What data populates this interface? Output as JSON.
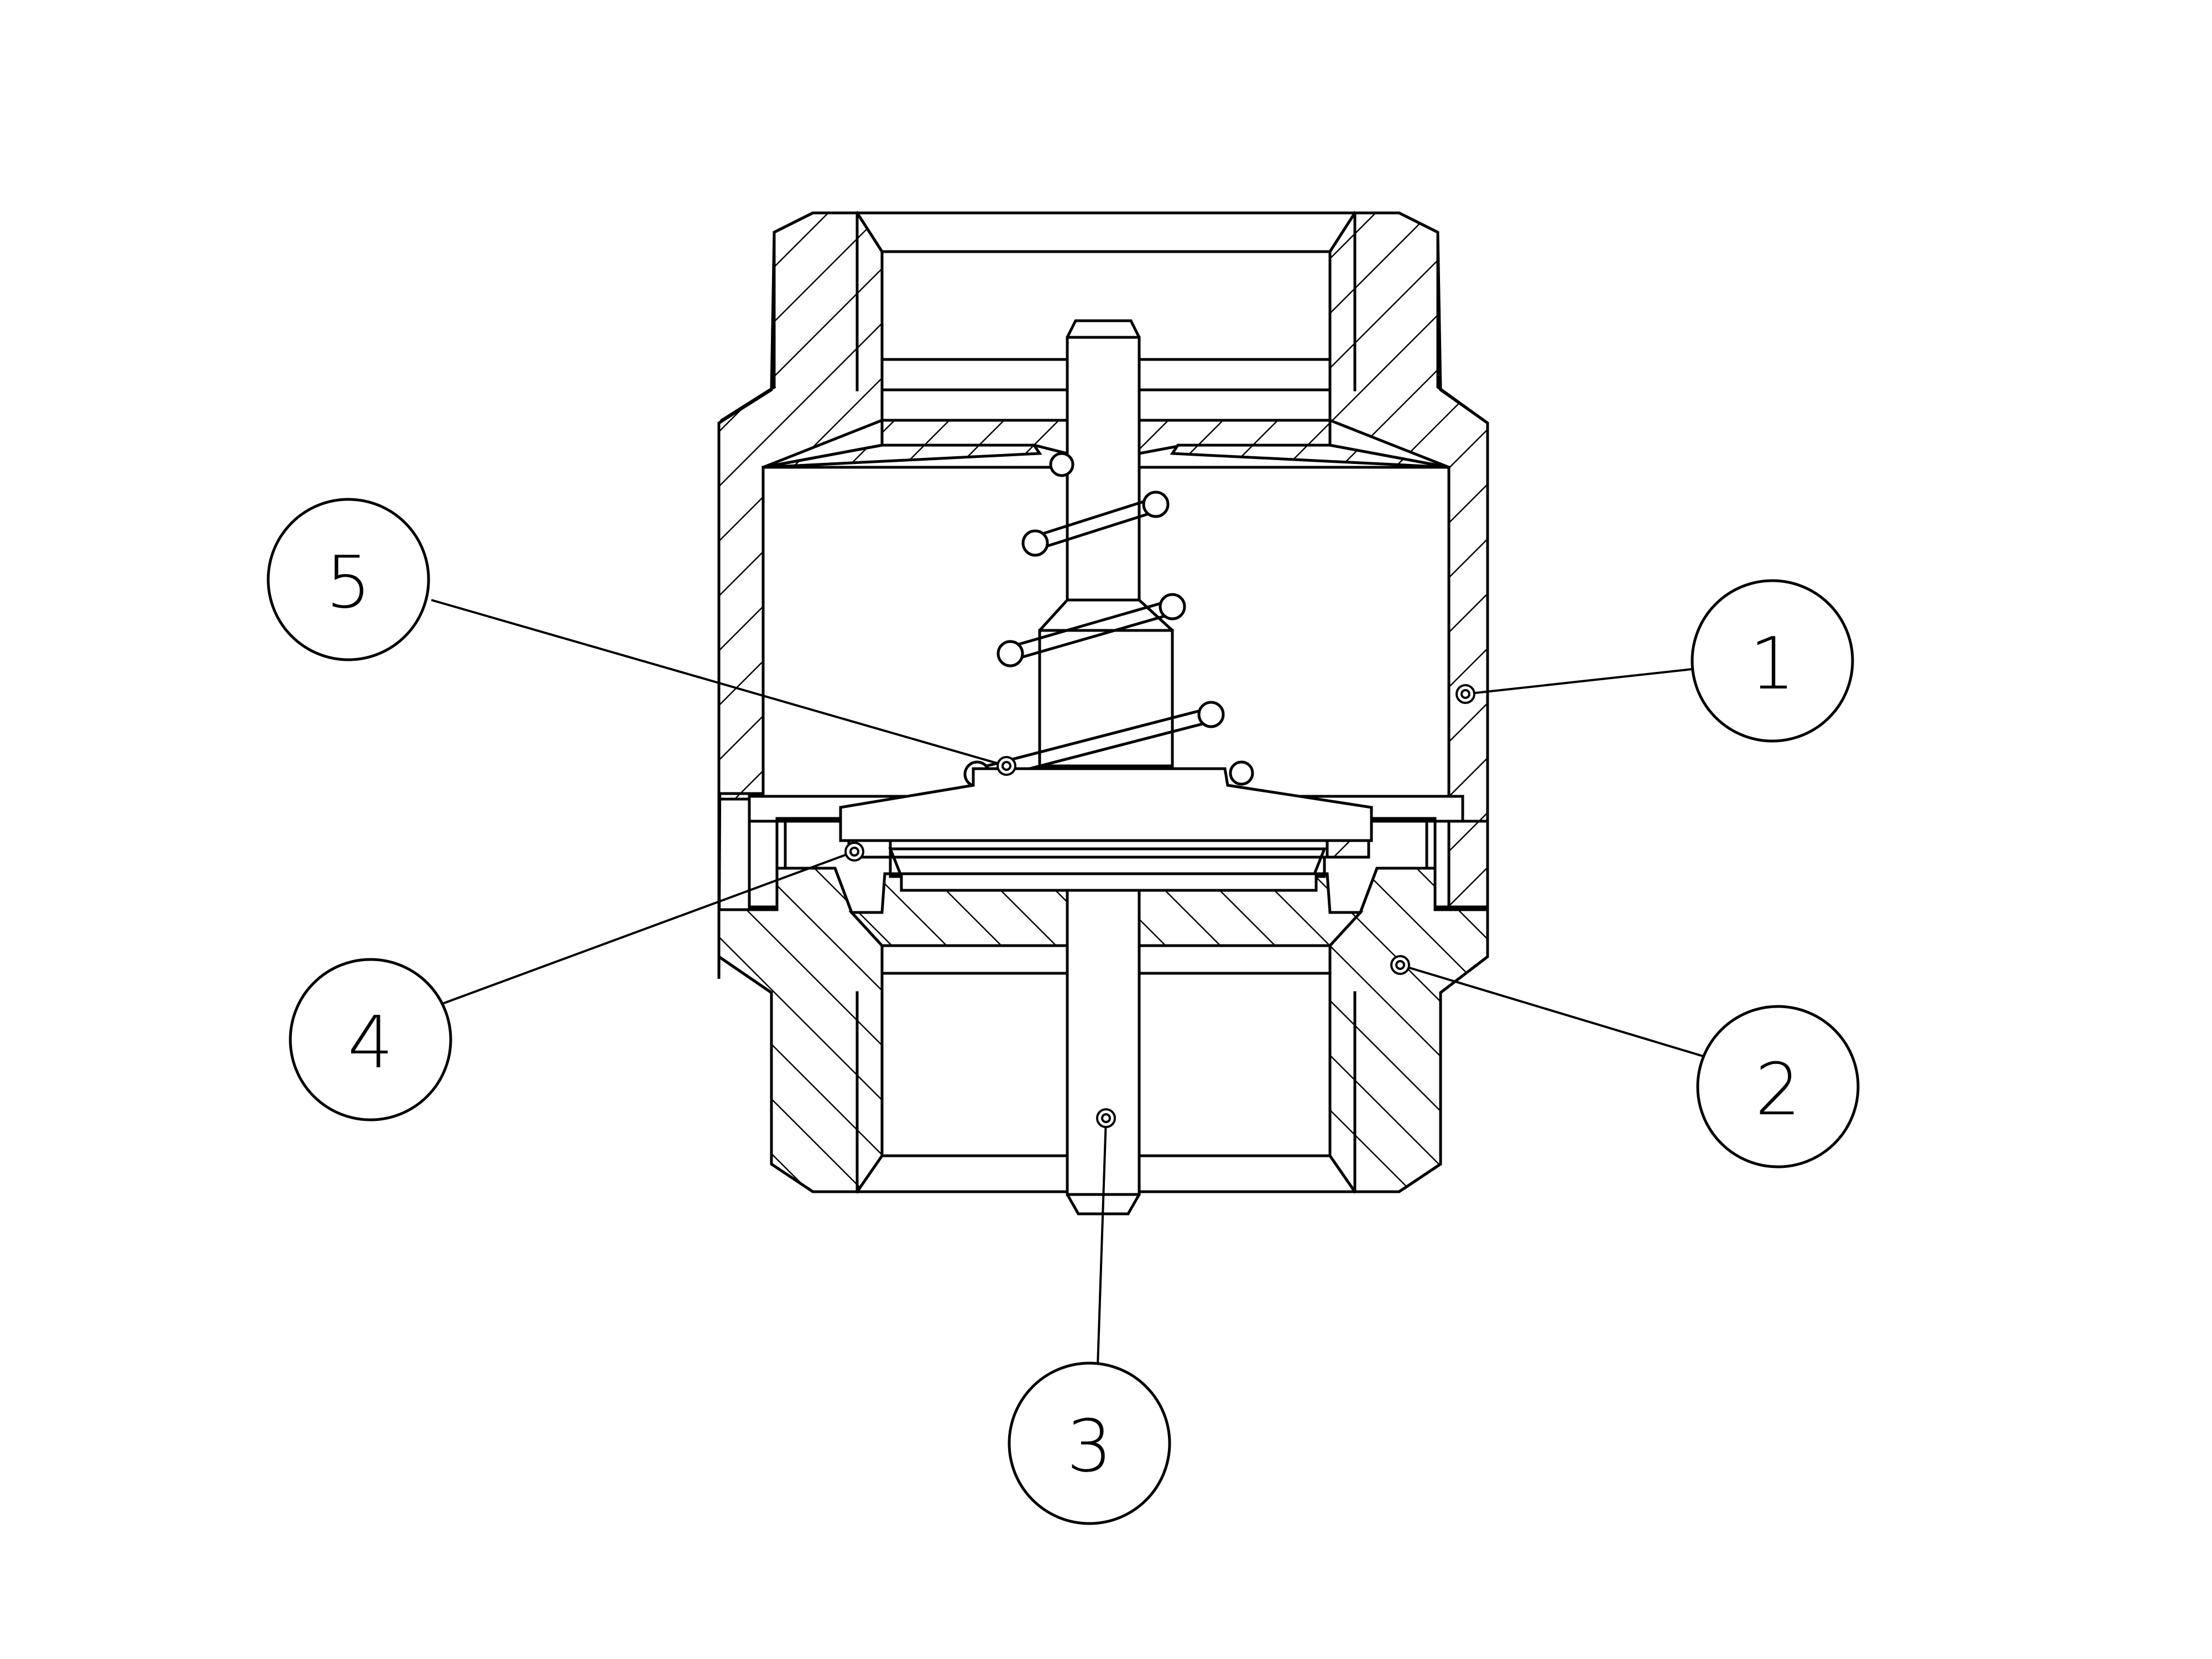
{
  "balloons": [
    {
      "id": "1",
      "label": "1"
    },
    {
      "id": "2",
      "label": "2"
    },
    {
      "id": "3",
      "label": "3"
    },
    {
      "id": "4",
      "label": "4"
    },
    {
      "id": "5",
      "label": "5"
    }
  ]
}
